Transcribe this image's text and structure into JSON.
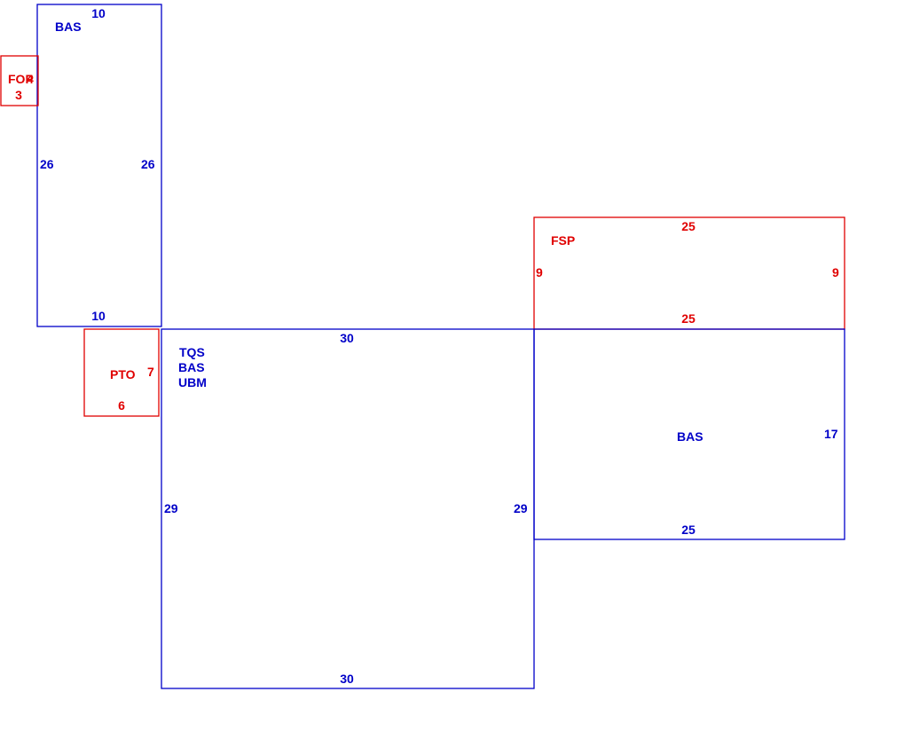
{
  "colors": {
    "building": "#0000c8",
    "addition": "#e00000",
    "background": "#ffffff"
  },
  "sketch": {
    "upper_bas": {
      "label": "BAS",
      "dims": {
        "top": "10",
        "bottom": "10",
        "left": "26",
        "right": "26"
      }
    },
    "fop": {
      "label": "FOP",
      "dims": {
        "side": "4",
        "bottom": "3"
      }
    },
    "pto": {
      "label": "PTO",
      "dims": {
        "side": "7",
        "bottom": "6"
      }
    },
    "main": {
      "labels": [
        "TQS",
        "BAS",
        "UBM"
      ],
      "dims": {
        "top": "30",
        "bottom": "30",
        "left": "29",
        "right": "29"
      }
    },
    "fsp": {
      "label": "FSP",
      "dims": {
        "top": "25",
        "bottom": "25",
        "left": "9",
        "right": "9"
      }
    },
    "right_bas": {
      "label": "BAS",
      "dims": {
        "right": "17",
        "bottom": "25"
      }
    }
  }
}
